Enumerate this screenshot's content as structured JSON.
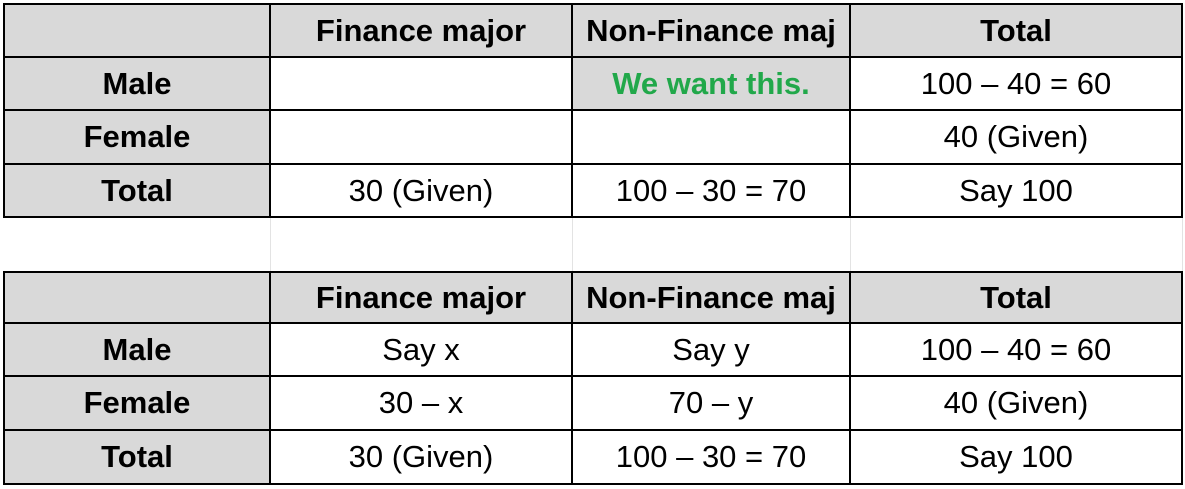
{
  "table1": {
    "headers": [
      "",
      "Finance major",
      "Non-Finance maj",
      "Total"
    ],
    "rows": [
      {
        "label": "Male",
        "finance": "",
        "non_finance": "We want this.",
        "total": "100 – 40 = 60"
      },
      {
        "label": "Female",
        "finance": "",
        "non_finance": "",
        "total": "40 (Given)"
      },
      {
        "label": "Total",
        "finance": "30 (Given)",
        "non_finance": "100 – 30 = 70",
        "total": "Say 100"
      }
    ]
  },
  "table2": {
    "headers": [
      "",
      "Finance major",
      "Non-Finance maj",
      "Total"
    ],
    "rows": [
      {
        "label": "Male",
        "finance": "Say x",
        "non_finance": "Say y",
        "total": "100 – 40 = 60"
      },
      {
        "label": "Female",
        "finance": "30 – x",
        "non_finance": "70 – y",
        "total": "40 (Given)"
      },
      {
        "label": "Total",
        "finance": "30 (Given)",
        "non_finance": "100 – 30 = 70",
        "total": "Say 100"
      }
    ]
  },
  "colors": {
    "header_fill": "#d9d9d9",
    "highlight_text": "#21a84a",
    "border": "#000000"
  }
}
